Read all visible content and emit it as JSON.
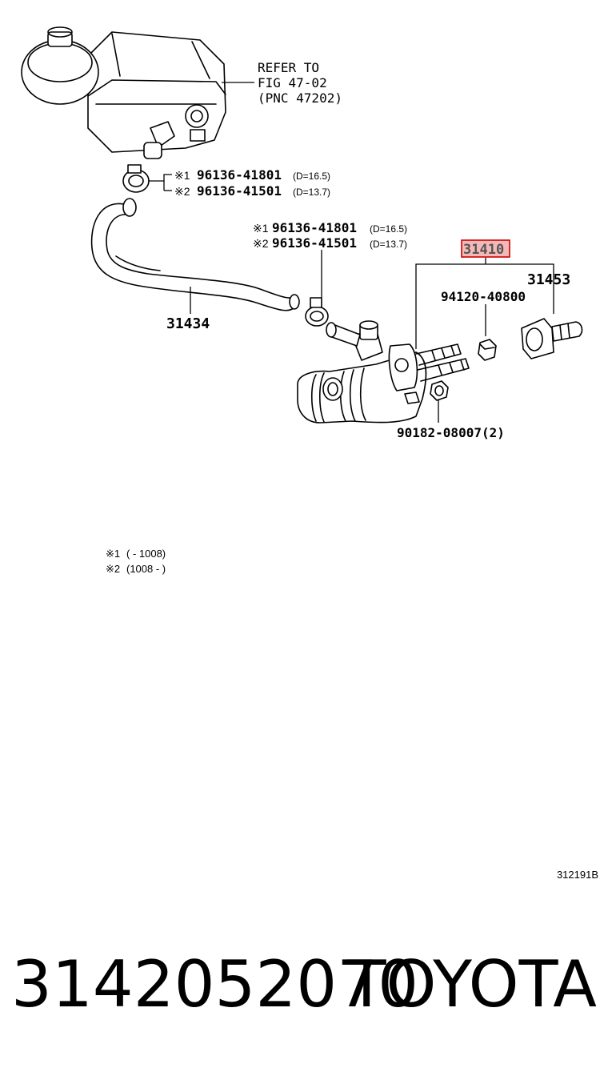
{
  "refer": {
    "line1": "REFER TO",
    "line2": "FIG 47-02",
    "line3": "(PNC 47202)"
  },
  "clamp_top": {
    "mark1": "※1",
    "pn1": "96136-41801",
    "d1": "(D=16.5)",
    "mark2": "※2",
    "pn2": "96136-41501",
    "d2": "(D=13.7)"
  },
  "clamp_mid": {
    "mark1": "※1",
    "pn1": "96136-41801",
    "d1": "(D=16.5)",
    "mark2": "※2",
    "pn2": "96136-41501",
    "d2": "(D=13.7)"
  },
  "parts": {
    "hose": "31434",
    "assembly": "31410",
    "fitting": "31453",
    "nut": "94120-40800",
    "bolt": "90182-08007(2)"
  },
  "legend": {
    "row1_mark": "※1",
    "row1_range": "(        - 1008)",
    "row2_mark": "※2",
    "row2_range": "(1008 -        )"
  },
  "figure_code": "312191B",
  "footer": {
    "part_number": "3142052070",
    "brand": "TOYOTA"
  },
  "colors": {
    "highlight_fill": "#f5b8b8",
    "highlight_border": "#cc0000"
  }
}
